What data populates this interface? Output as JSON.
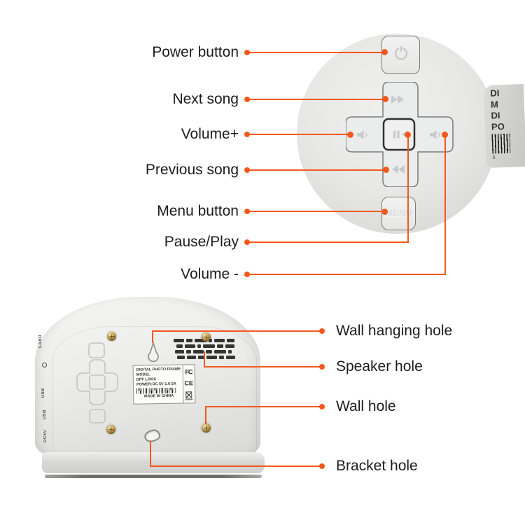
{
  "colors": {
    "accent": "#f3591c",
    "label_text": "#1c1c1c",
    "screw_gold": "#c59c4a"
  },
  "top_callouts": [
    {
      "label": "Power button"
    },
    {
      "label": "Next song"
    },
    {
      "label": "Volume+"
    },
    {
      "label": "Previous song"
    },
    {
      "label": "Menu button"
    },
    {
      "label": "Pause/Play"
    },
    {
      "label": "Volume -"
    }
  ],
  "bottom_callouts": [
    {
      "label": "Wall hanging hole"
    },
    {
      "label": "Speaker hole"
    },
    {
      "label": "Wall hole"
    },
    {
      "label": "Bracket hole"
    }
  ],
  "button_panel": {
    "menu_label": "MENU"
  },
  "edge_sticker": {
    "lines": [
      "DI",
      "M",
      "DI",
      "PO"
    ],
    "footer": "s"
  },
  "device_back": {
    "label_sticker": {
      "line1": "DIGITAL PHOTO FRAME",
      "line2": "MODEL",
      "line3": "DPF LOOS",
      "line4": "POWER:DC 5V 1.0-2A",
      "made_in": "MADE IN CHINA",
      "fcc": "FC",
      "ce": "CE"
    },
    "side_ports": [
      {
        "label": "CARD"
      },
      {
        "label": "USB"
      },
      {
        "label": "USB"
      },
      {
        "label": "DC5V"
      }
    ]
  }
}
